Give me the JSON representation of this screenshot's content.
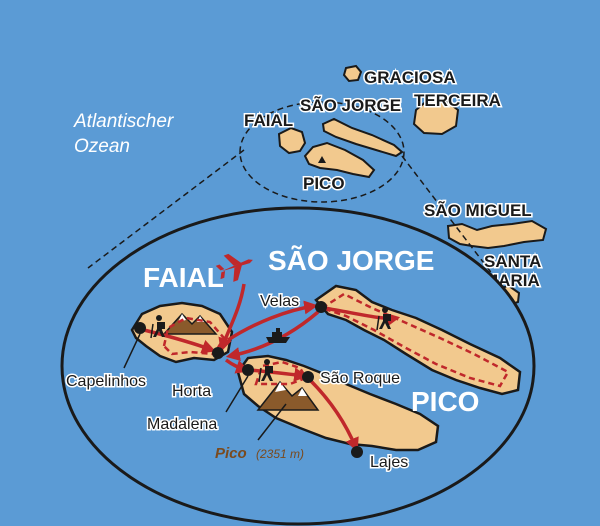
{
  "ocean": {
    "label_line1": "Atlantischer",
    "label_line2": "Ozean"
  },
  "overview_islands": {
    "graciosa": "GRACIOSA",
    "sao_jorge": "SÃO JORGE",
    "terceira": "TERCEIRA",
    "faial": "FAIAL",
    "pico": "PICO",
    "sao_miguel": "SÃO MIGUEL",
    "santa_maria_line1": "SANTA",
    "santa_maria_line2": "MARIA"
  },
  "detail_islands": {
    "faial": "FAIAL",
    "sao_jorge": "SÃO JORGE",
    "pico": "PICO"
  },
  "places": {
    "velas": "Velas",
    "capelinhos": "Capelinhos",
    "horta": "Horta",
    "madalena": "Madalena",
    "sao_roque": "São Roque",
    "lajes": "Lajes"
  },
  "mountain": {
    "name": "Pico",
    "elevation": "(2351 m)"
  },
  "colors": {
    "sea": "#5b9bd5",
    "land": "#f2c98e",
    "route": "#c0282b",
    "outline": "#1a1a1a",
    "label_dark": "#1a1a1a",
    "label_white": "#ffffff",
    "mountain_label": "#7a4a1e"
  },
  "icons": [
    "airplane-icon",
    "ferry-icon",
    "hiker-icon",
    "mountain-icon",
    "location-dot-icon"
  ]
}
